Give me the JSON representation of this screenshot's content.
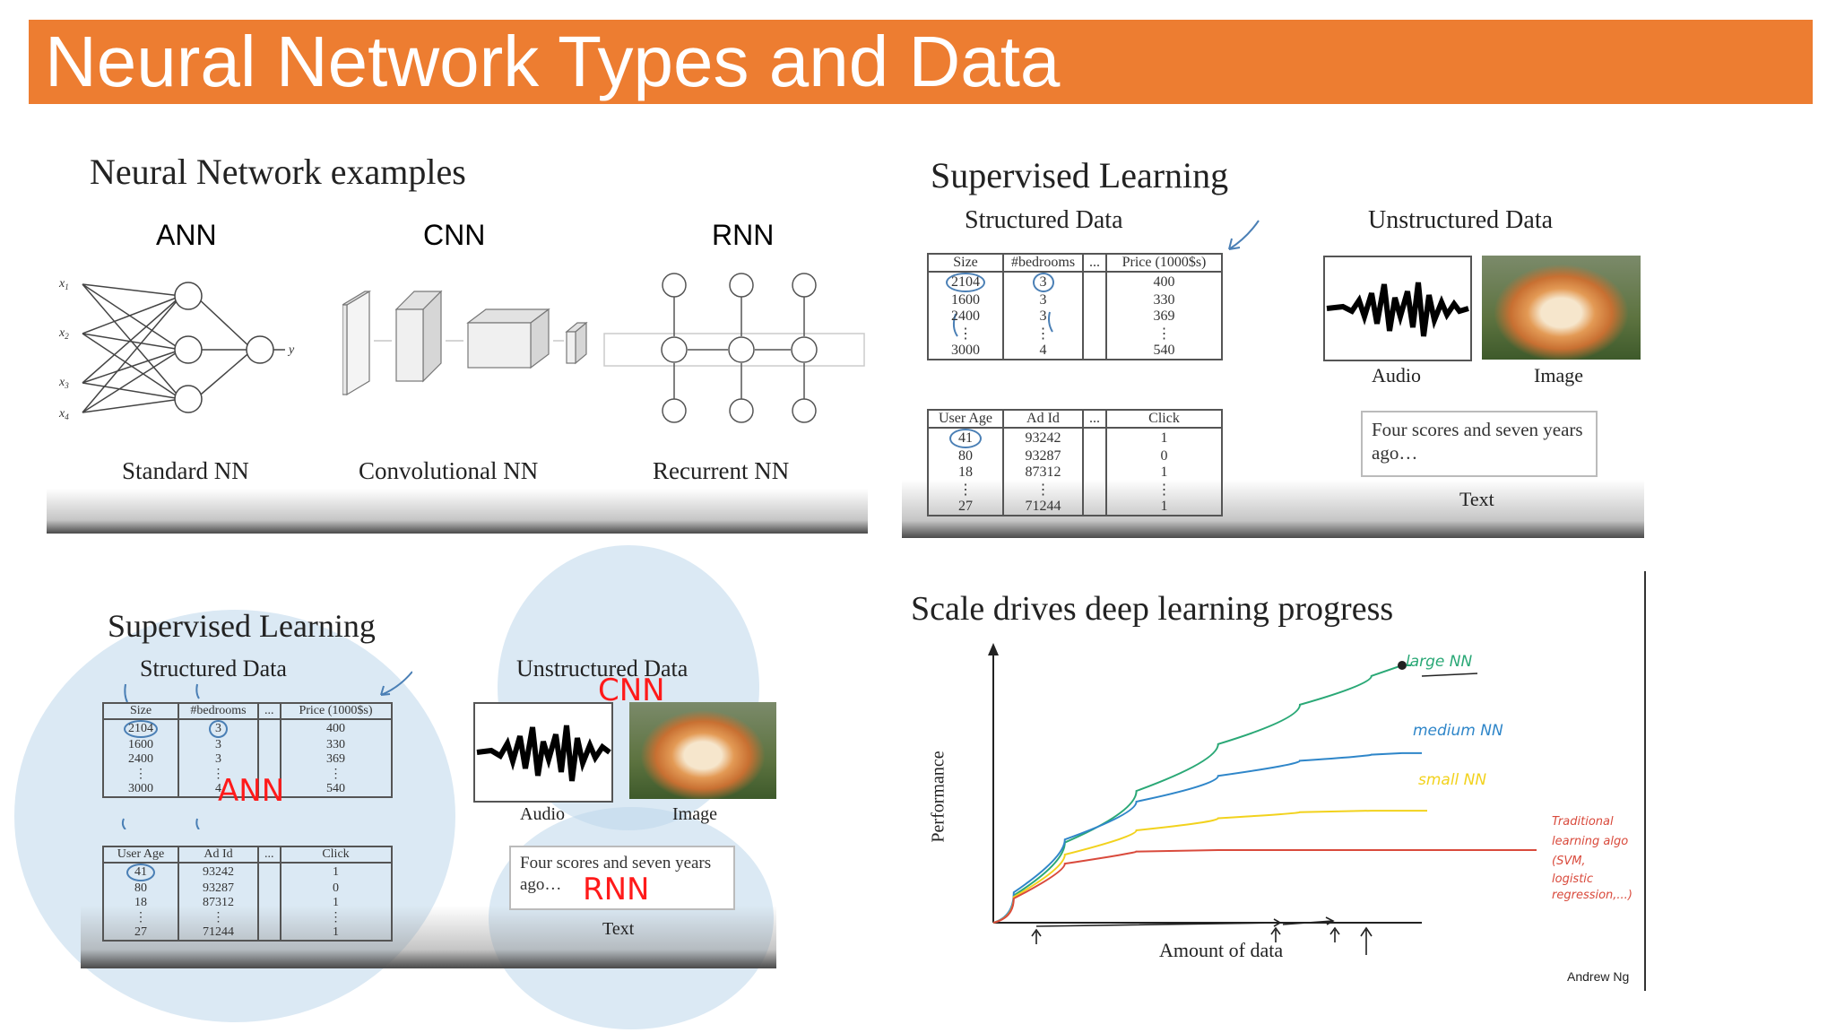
{
  "title": "Neural Network Types and Data",
  "colors": {
    "banner": "#ED7D31",
    "red_label": "#ff1a1a",
    "large_nn": "#2aa876",
    "medium_nn": "#2f86c9",
    "small_nn": "#f2d21d",
    "traditional": "#d94a3c"
  },
  "nn_examples": {
    "heading": "Neural Network examples",
    "top_labels": [
      "ANN",
      "CNN",
      "RNN"
    ],
    "captions": [
      "Standard NN",
      "Convolutional NN",
      "Recurrent NN"
    ],
    "ann_inputs": [
      "x",
      "x",
      "x",
      "x"
    ],
    "ann_input_subs": [
      "1",
      "2",
      "3",
      "4"
    ],
    "ann_output": "y"
  },
  "supervised_top": {
    "heading": "Supervised Learning",
    "structured_heading": "Structured Data",
    "unstructured_heading": "Unstructured Data",
    "table1": {
      "headers": [
        "Size",
        "#bedrooms",
        "...",
        "Price (1000$s)"
      ],
      "rows": [
        [
          "2104",
          "3",
          "",
          "400"
        ],
        [
          "1600",
          "3",
          "",
          "330"
        ],
        [
          "2400",
          "3",
          "",
          "369"
        ],
        [
          "⋮",
          "⋮",
          "",
          "⋮"
        ],
        [
          "3000",
          "4",
          "",
          "540"
        ]
      ]
    },
    "table2": {
      "headers": [
        "User Age",
        "Ad Id",
        "...",
        "Click"
      ],
      "rows": [
        [
          "41",
          "93242",
          "",
          "1"
        ],
        [
          "80",
          "93287",
          "",
          "0"
        ],
        [
          "18",
          "87312",
          "",
          "1"
        ],
        [
          "⋮",
          "⋮",
          "",
          "⋮"
        ],
        [
          "27",
          "71244",
          "",
          "1"
        ]
      ]
    },
    "audio_label": "Audio",
    "image_label": "Image",
    "text_box": "Four scores and seven years ago…",
    "text_label": "Text"
  },
  "supervised_bottom": {
    "heading": "Supervised Learning",
    "structured_heading": "Structured Data",
    "unstructured_heading": "Unstructured Data",
    "table1": {
      "headers": [
        "Size",
        "#bedrooms",
        "...",
        "Price (1000$s)"
      ],
      "rows": [
        [
          "2104",
          "3",
          "",
          "400"
        ],
        [
          "1600",
          "3",
          "",
          "330"
        ],
        [
          "2400",
          "3",
          "",
          "369"
        ],
        [
          "⋮",
          "⋮",
          "",
          "⋮"
        ],
        [
          "3000",
          "4",
          "",
          "540"
        ]
      ]
    },
    "table2": {
      "headers": [
        "User Age",
        "Ad Id",
        "...",
        "Click"
      ],
      "rows": [
        [
          "41",
          "93242",
          "",
          "1"
        ],
        [
          "80",
          "93287",
          "",
          "0"
        ],
        [
          "18",
          "87312",
          "",
          "1"
        ],
        [
          "⋮",
          "⋮",
          "",
          "⋮"
        ],
        [
          "27",
          "71244",
          "",
          "1"
        ]
      ]
    },
    "audio_label": "Audio",
    "image_label": "Image",
    "text_box": "Four scores and seven years ago…",
    "text_label": "Text",
    "overlay_labels": {
      "ann": "ANN",
      "cnn": "CNN",
      "rnn": "RNN"
    }
  },
  "scale_chart": {
    "heading": "Scale drives deep learning progress",
    "ylabel": "Performance",
    "xlabel": "Amount of data",
    "credit": "Andrew Ng",
    "series": [
      {
        "name": "large NN",
        "color": "#2aa876",
        "points": [
          [
            0,
            0
          ],
          [
            10,
            18
          ],
          [
            25,
            35
          ],
          [
            45,
            52
          ],
          [
            65,
            66
          ],
          [
            85,
            78
          ],
          [
            100,
            85
          ]
        ]
      },
      {
        "name": "medium NN",
        "color": "#2f86c9",
        "points": [
          [
            0,
            0
          ],
          [
            10,
            20
          ],
          [
            25,
            35
          ],
          [
            45,
            45
          ],
          [
            65,
            52
          ],
          [
            85,
            55
          ],
          [
            100,
            56
          ]
        ]
      },
      {
        "name": "small NN",
        "color": "#f2d21d",
        "points": [
          [
            0,
            0
          ],
          [
            10,
            17
          ],
          [
            25,
            28
          ],
          [
            45,
            33
          ],
          [
            65,
            36
          ],
          [
            85,
            37
          ],
          [
            100,
            37
          ]
        ]
      },
      {
        "name": "Traditional learning algorithm (SVM, logistic regression, ...)",
        "color": "#d94a3c",
        "points": [
          [
            0,
            0
          ],
          [
            10,
            16
          ],
          [
            25,
            23
          ],
          [
            45,
            24
          ],
          [
            65,
            24
          ],
          [
            85,
            24
          ],
          [
            100,
            24
          ]
        ]
      }
    ],
    "curve_labels": [
      "large NN",
      "medium NN",
      "small NN",
      "Traditional",
      "learning algo",
      "(SVM,",
      "logistic",
      "regression,...)"
    ]
  }
}
